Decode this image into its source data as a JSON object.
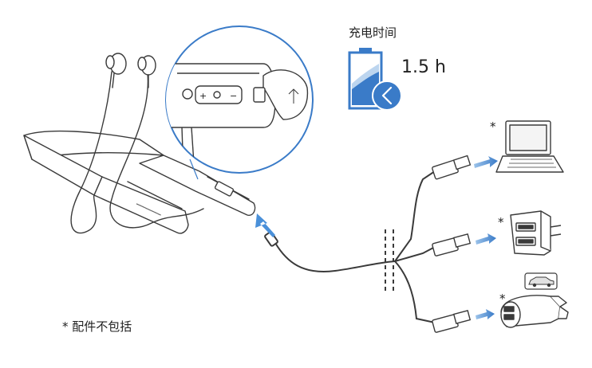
{
  "charging": {
    "title": "充电时间",
    "duration": "1.5 h"
  },
  "sources": {
    "mark": "*"
  },
  "footnote": "* 配件不包括",
  "colors": {
    "line": "#3a3a3a",
    "arrow": "#4a90d9",
    "battery": "#3a7bc8",
    "battery_light": "#bcd5ef",
    "callout_border": "#3a7bc8"
  },
  "icons": [
    "neckband-headset-icon",
    "usb-cable-icon",
    "battery-icon",
    "clock-icon",
    "laptop-icon",
    "wall-charger-icon",
    "car-charger-icon",
    "car-icon",
    "arrow-icon"
  ]
}
